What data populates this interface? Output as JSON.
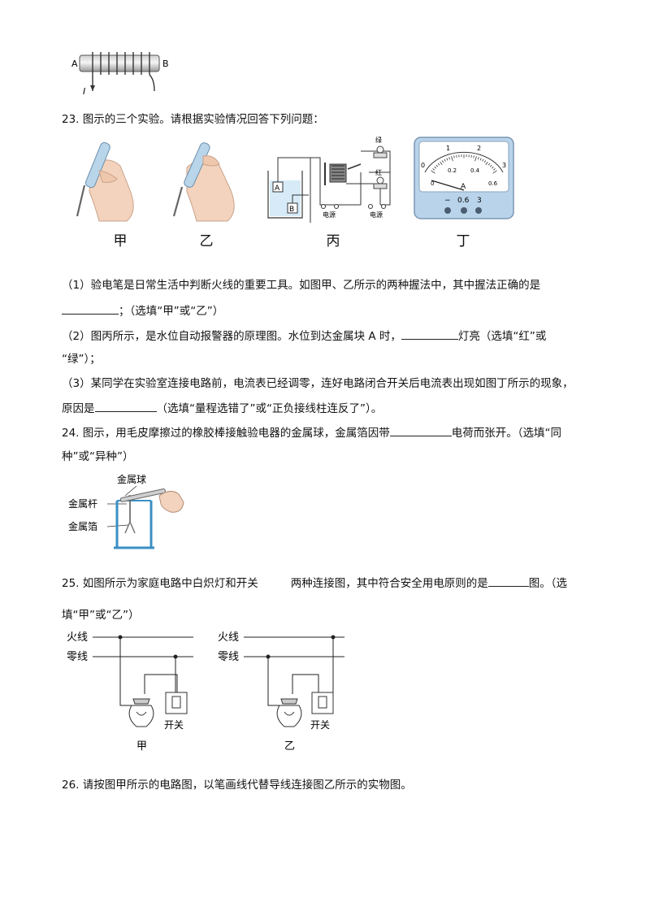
{
  "solenoid": {
    "label_a": "A",
    "label_b": "B",
    "label_i": "I"
  },
  "q23": {
    "title": "23. 图示的三个实验。请根据实验情况回答下列问题：",
    "captions": [
      "甲",
      "乙",
      "丙",
      "丁"
    ],
    "relay": {
      "green": "绿",
      "red": "红",
      "a": "A",
      "b": "B",
      "source1": "电源",
      "source2": "电源"
    },
    "meter": {
      "top_scale": [
        "0",
        "1",
        "2",
        "3"
      ],
      "bottom_scale": [
        "0",
        "0.2",
        "0.4",
        "0.6"
      ],
      "unit": "A",
      "terminals": [
        "−",
        "0.6",
        "3"
      ]
    },
    "p1a": "（1）验电笔是日常生活中判断火线的重要工具。如图甲、乙所示的两种握法中，其中握法正确的是",
    "p1b": "；（选填“甲”或“乙”）",
    "p2a": "（2）图丙所示，是水位自动报警器的原理图。水位到达金属块 A 时，",
    "p2b": "灯亮（选填“红”或",
    "p2c": "“绿”）；",
    "p3a": "（3）某同学在实验室连接电路前，电流表已经调零，连好电路闭合开关后电流表出现如图丁所示的现象，",
    "p3b": "原因是",
    "p3c": "（选填“量程选错了”或“正负接线柱连反了”）。"
  },
  "q24": {
    "a": "24. 图示，用毛皮摩擦过的橡胶棒接触验电器的金属球，金属箔因带",
    "b": "电荷而张开。（选填“同",
    "c": "种”或“异种”）",
    "labels": [
      "金属球",
      "金属杆",
      "金属箔"
    ]
  },
  "q25": {
    "a": "25. 如图所示为家庭电路中白炽灯和开关",
    "b": "两种连接图，其中符合安全用电原则的是",
    "c": "图。（选",
    "d": "填“甲”或“乙”）",
    "live": "火线",
    "neutral": "零线",
    "switch": "开关",
    "captions": [
      "甲",
      "乙"
    ]
  },
  "q26": {
    "text": "26. 请按图甲所示的电路图，以笔画线代替导线连接图乙所示的实物图。"
  }
}
